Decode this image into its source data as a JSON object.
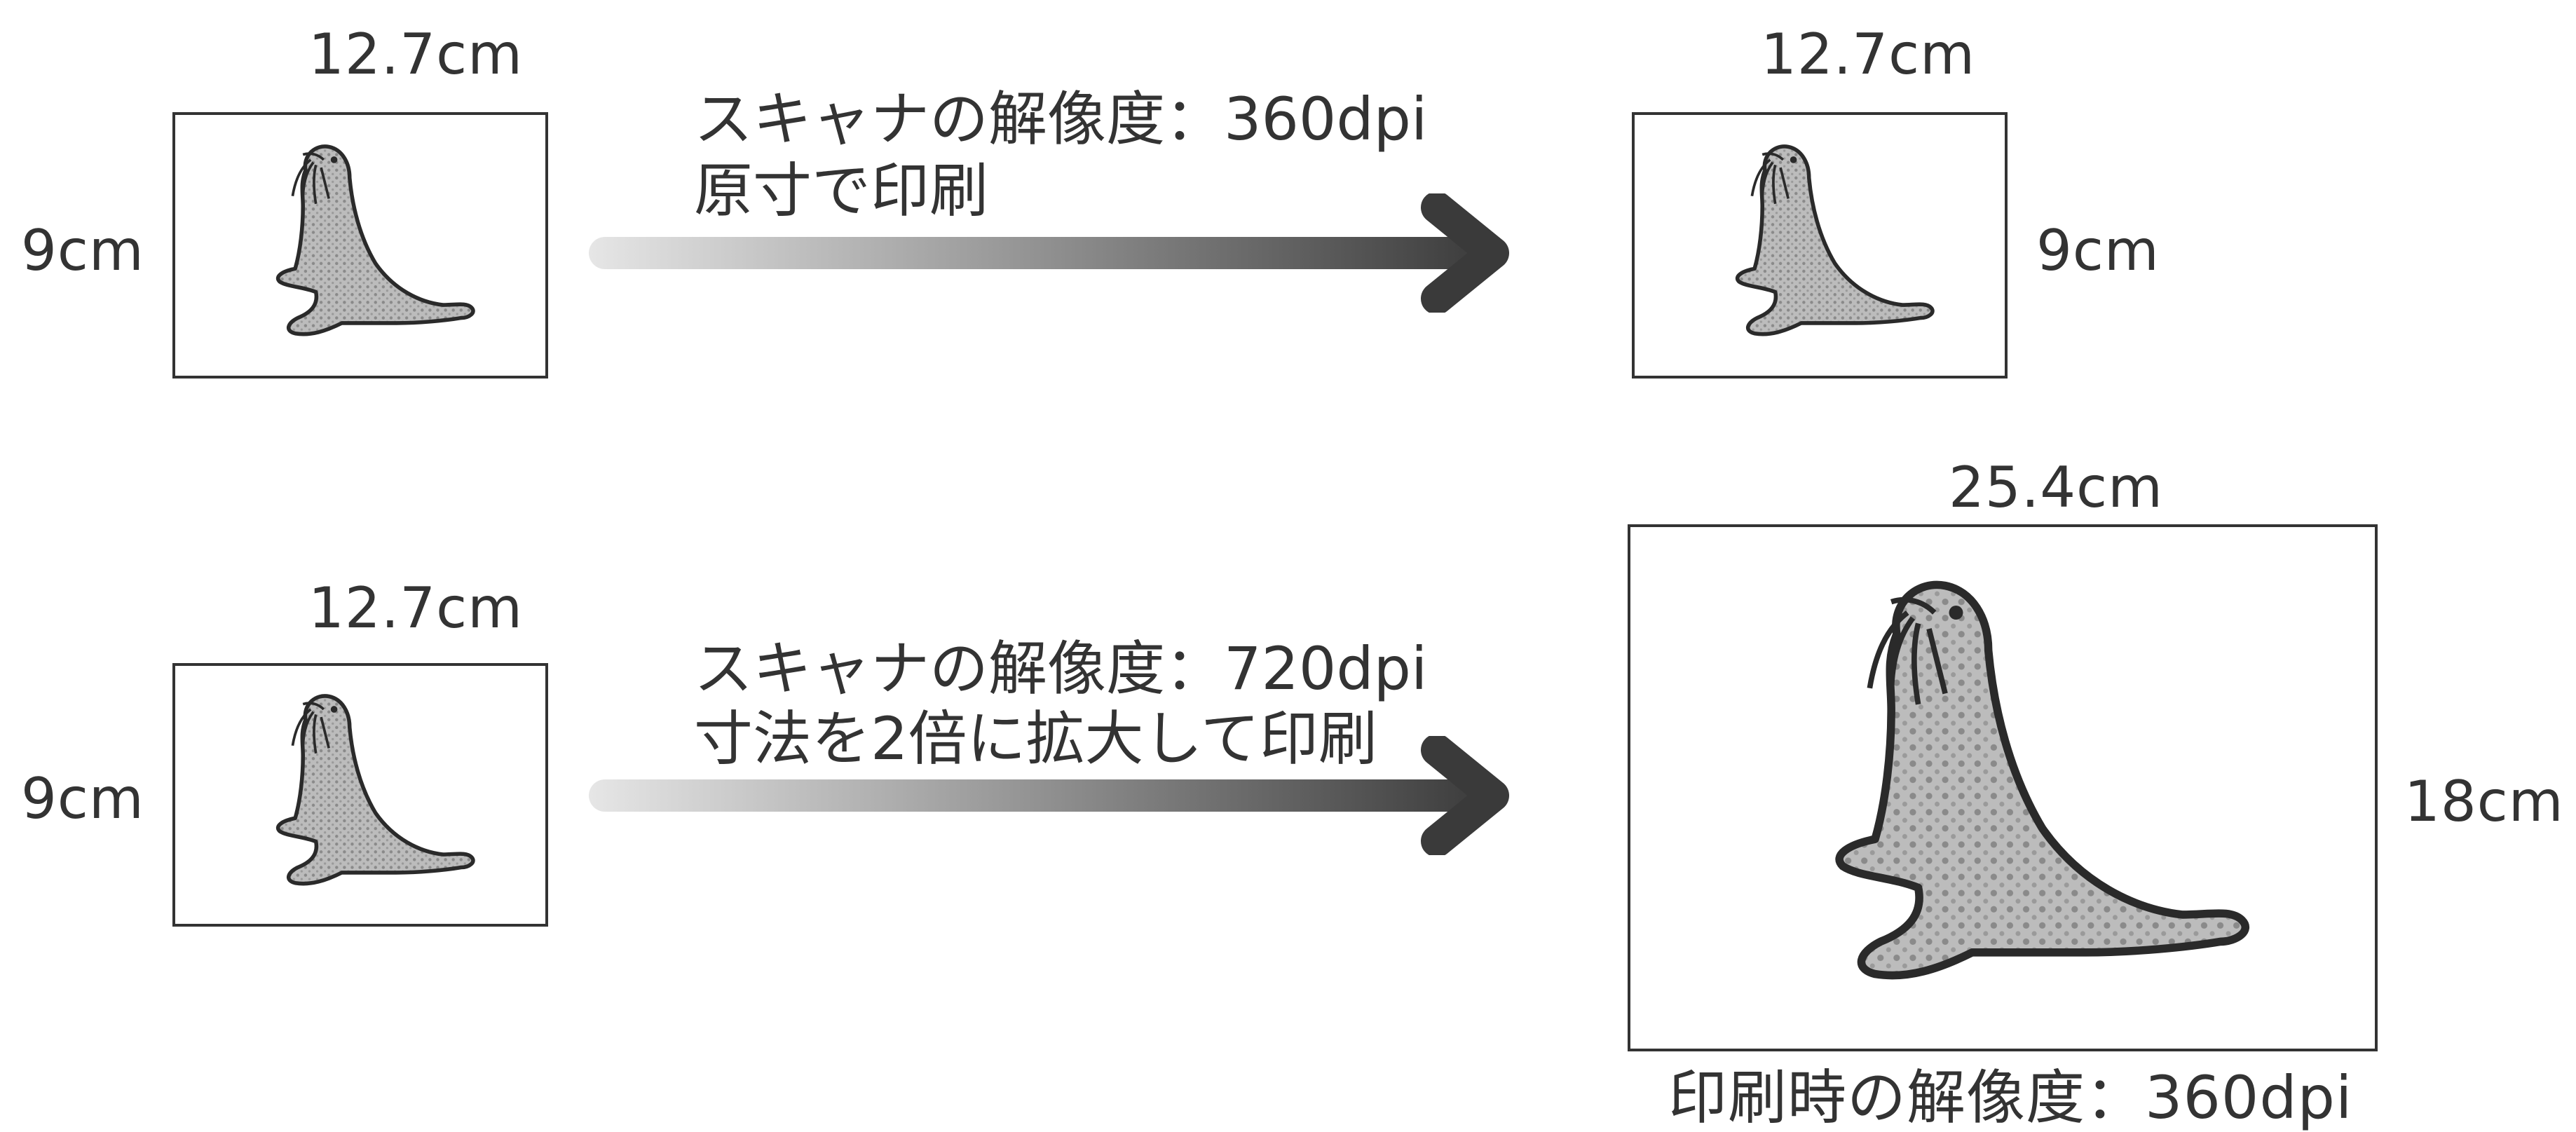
{
  "row1": {
    "source": {
      "width_label": "12.7cm",
      "height_label": "9cm"
    },
    "caption": {
      "line1": "スキャナの解像度：360dpi",
      "line2": "原寸で印刷"
    },
    "output": {
      "width_label": "12.7cm",
      "height_label": "9cm"
    }
  },
  "row2": {
    "source": {
      "width_label": "12.7cm",
      "height_label": "9cm"
    },
    "caption": {
      "line1": "スキャナの解像度：720dpi",
      "line2": "寸法を2倍に拡大して印刷"
    },
    "output": {
      "width_label": "25.4cm",
      "height_label": "18cm",
      "footer": "印刷時の解像度：360dpi"
    }
  },
  "colors": {
    "ink": "#333333",
    "seal_fill": "#b8b8b8",
    "arrow_dark": "#3a3a3a",
    "arrow_light": "#d9d9d9"
  },
  "icons": {
    "image": "sea-lion-icon",
    "arrow": "arrow-right-icon"
  }
}
